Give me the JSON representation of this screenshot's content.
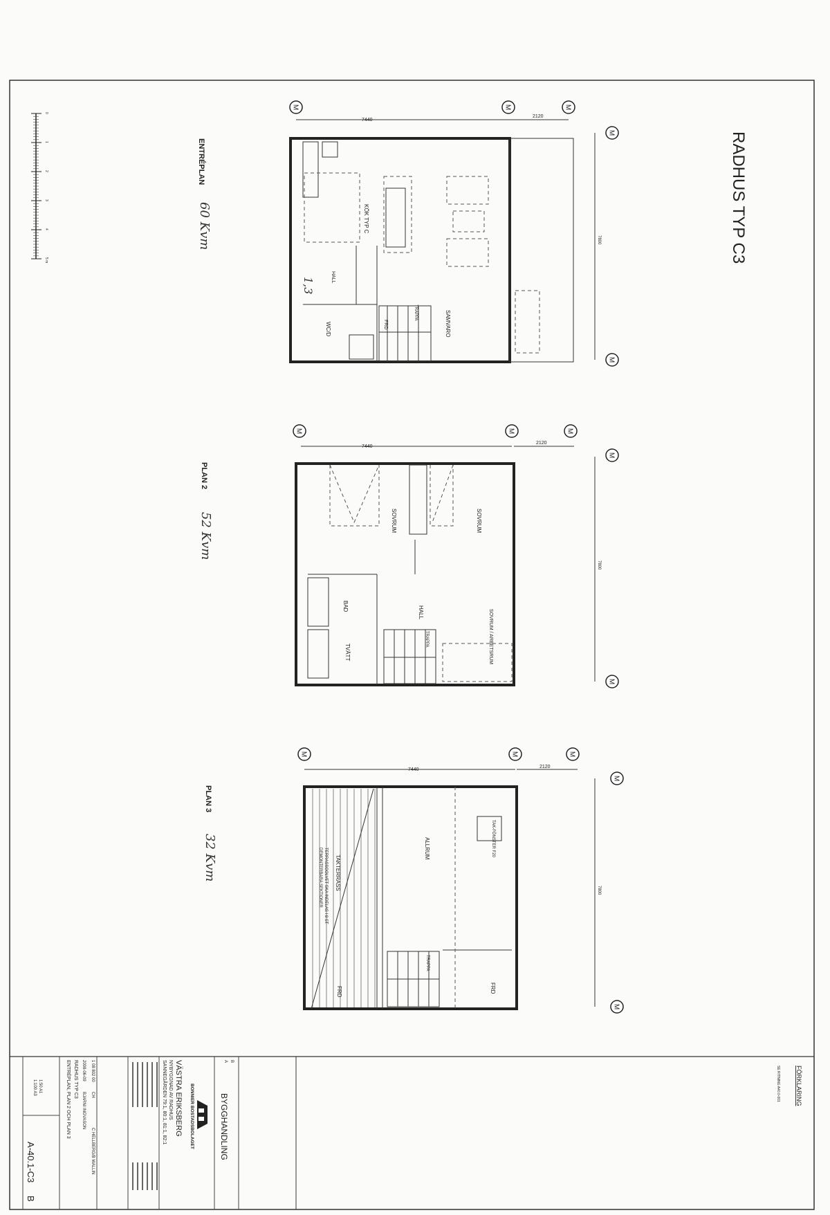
{
  "sheet": {
    "title": "RADHUS TYP C3",
    "grid_label": "M",
    "dimension_width": "7440",
    "dimension_extension": "2120",
    "dimension_depth": "7800",
    "scale_bar": {
      "ticks": [
        "0",
        "1",
        "2",
        "3",
        "4",
        "5 m"
      ]
    }
  },
  "plans": [
    {
      "label": "ENTRÉPLAN",
      "handwritten_area": "60 Kvm",
      "rooms": [
        "KÖK TYP C",
        "SAMVARO",
        "WC/D",
        "FRD",
        "TRAPPA",
        "HALL"
      ],
      "handwritten_note": "1,3"
    },
    {
      "label": "PLAN 2",
      "handwritten_area": "52 Kvm",
      "rooms": [
        "SOVRUM",
        "SOVRUM",
        "BAD",
        "HALL",
        "TVÄTT",
        "SOVRUM / ARBETSRUM",
        "TRAPPA"
      ]
    },
    {
      "label": "PLAN 3",
      "handwritten_area": "32 Kvm",
      "rooms": [
        "ALLRUM",
        "TAKTERRASS",
        "TERRASSGOLVET SKA INDELAS I 8 ST",
        "DEMONTERBARA SEKTIONER",
        "TAK-FÖNSTER F20",
        "FRD",
        "FRD",
        "TRAPPA"
      ]
    }
  ],
  "legend": {
    "title": "FÖRKLARING",
    "note": "SE RITNING A40.0-001"
  },
  "title_block": {
    "status": "BYGGHANDLING",
    "company": "BONNIER BOSTADSBOLAGET",
    "project": "VÄSTRA ERIKSBERG",
    "subtitle": "NYBYGGNAD AV RADHUS",
    "property": "SANNEGÅRDEN 79:1, 80:1, 81:1, 82:1",
    "revisions": [
      "B",
      "A"
    ],
    "project_number": "1 08 802 00",
    "designer": "CH",
    "responsible": "C HELLBERG/B WALLIN",
    "date": "2008-06-09",
    "drawn_by": "BJARNI INGVASON",
    "drawing_title_1": "RADHUS TYP C3",
    "drawing_title_2": "ENTRÉPLAN, PLAN 2 OCH PLAN 3",
    "scale_1": "1:50 A1",
    "scale_2": "1:100 A3",
    "drawing_number": "A-40.1-C3",
    "revision": "B"
  }
}
